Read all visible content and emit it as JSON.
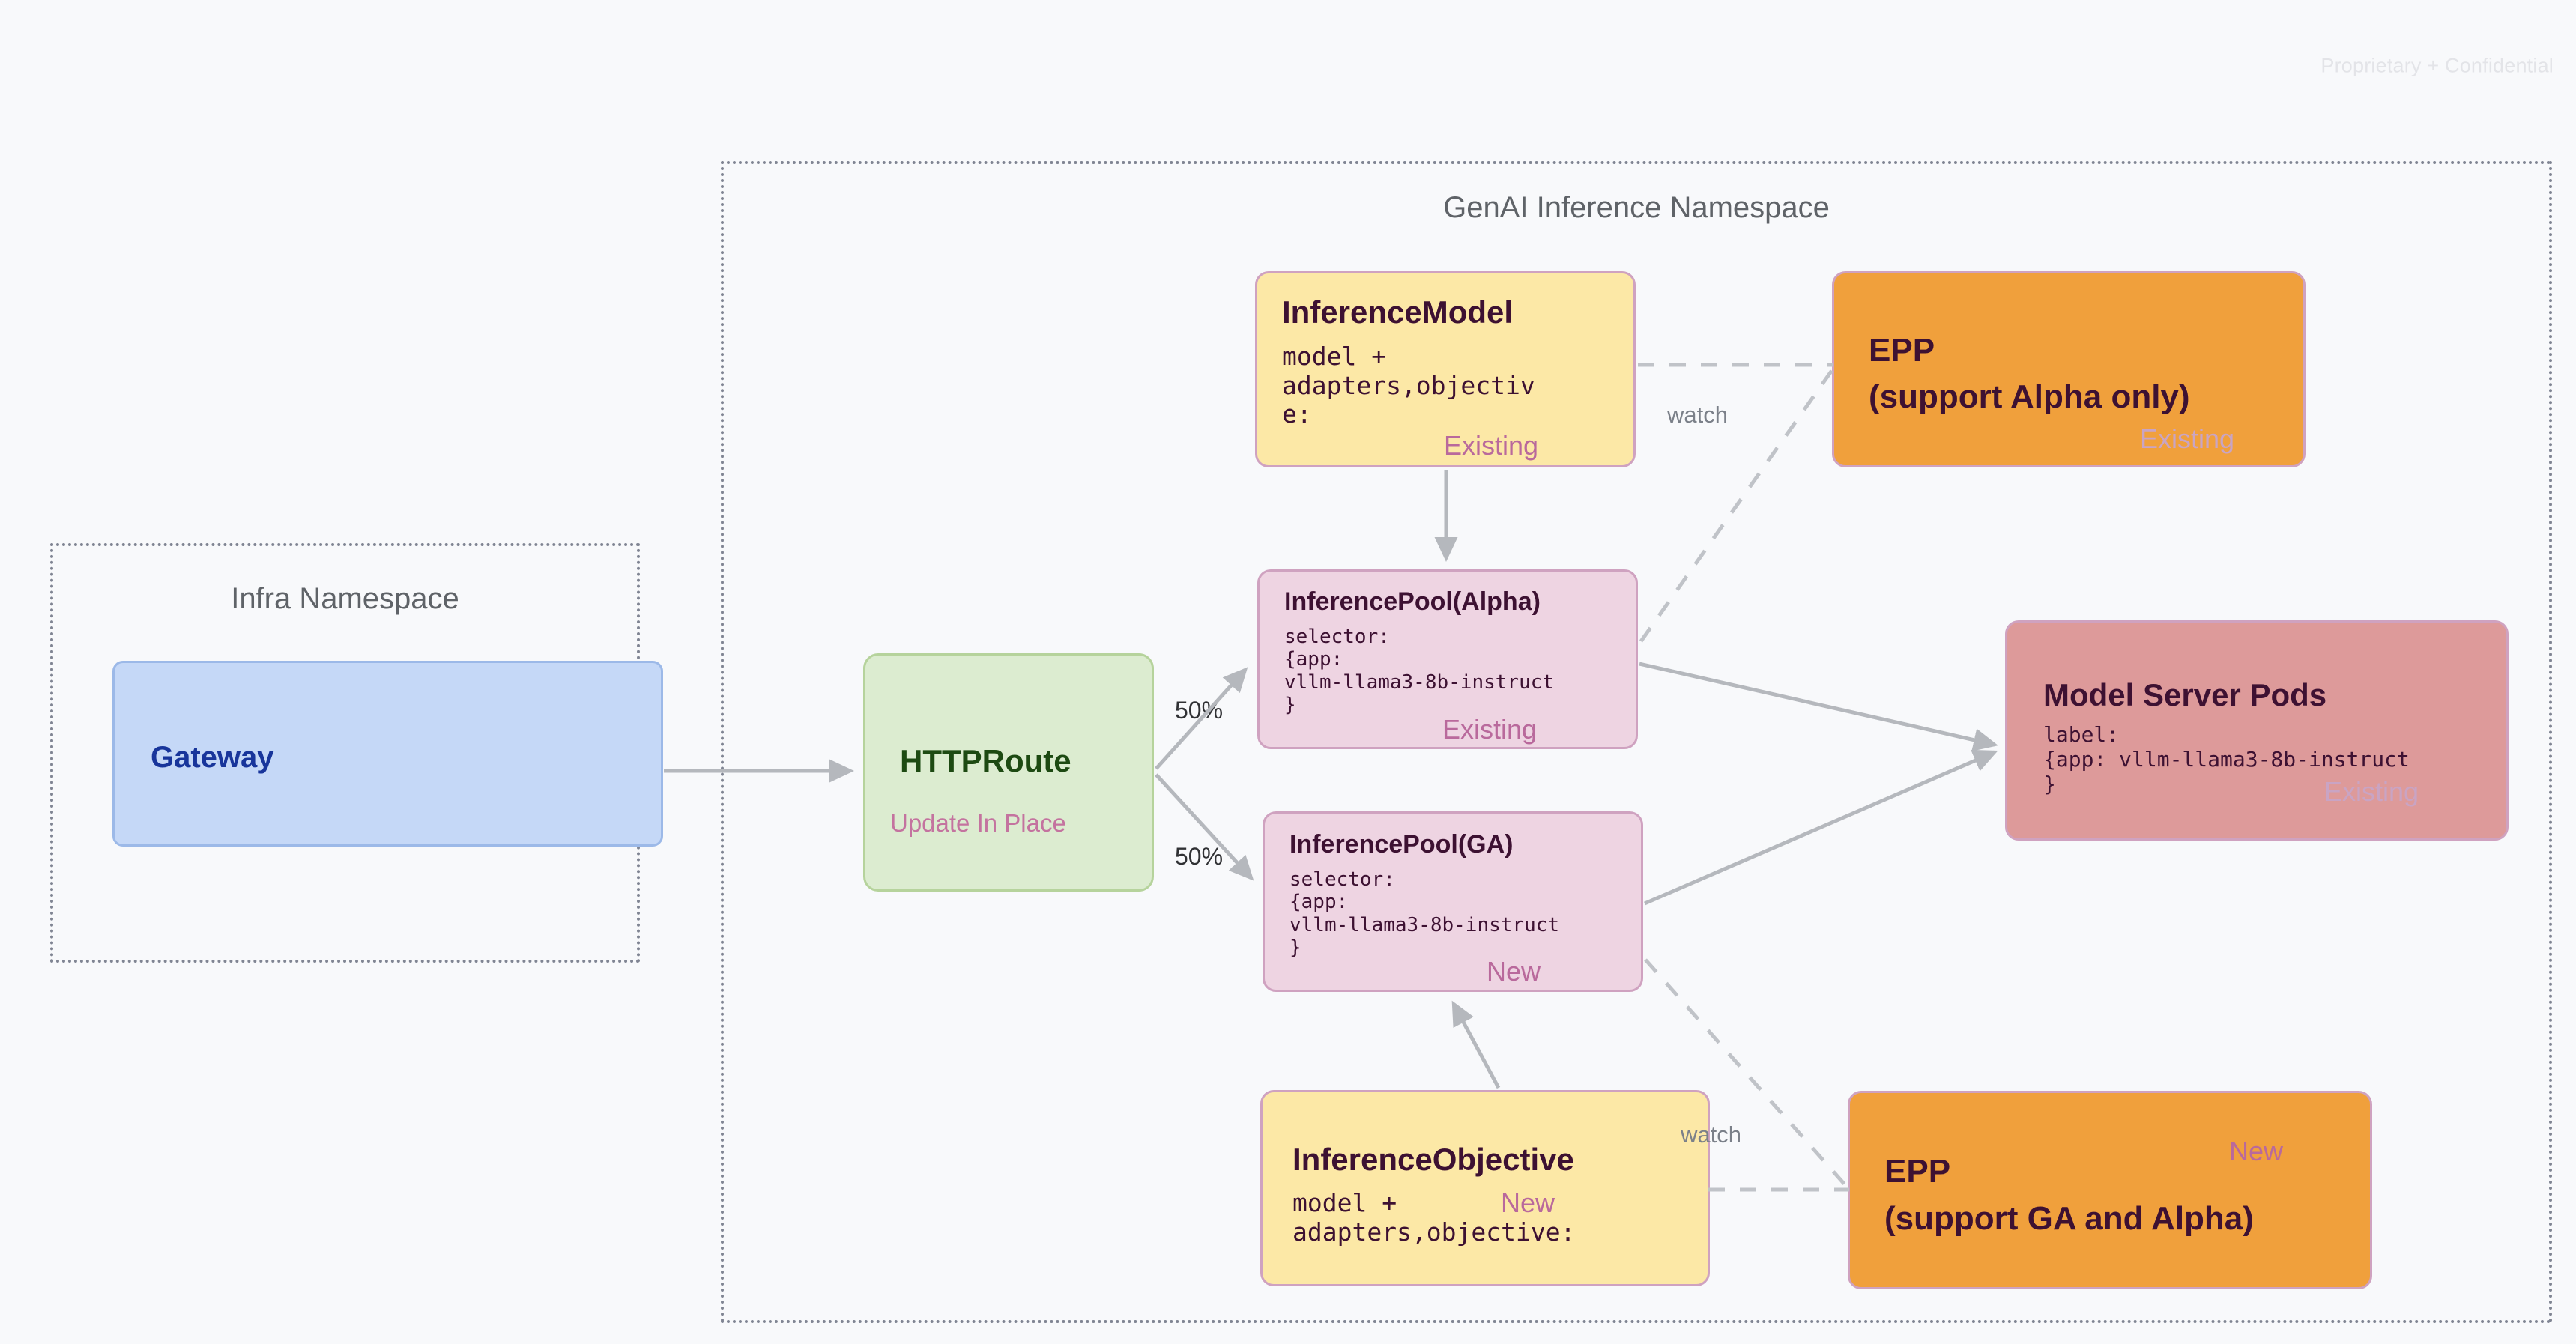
{
  "slide": {
    "confidential_notice": "Proprietary + Confidential",
    "background_color": "#f8f9fb"
  },
  "namespaces": [
    {
      "id": "infra",
      "title": "Infra Namespace"
    },
    {
      "id": "genai",
      "title": "GenAI Inference Namespace"
    }
  ],
  "nodes": {
    "gateway": {
      "title": "Gateway",
      "color": "#c5d8f7"
    },
    "httproute": {
      "title": "HTTPRoute",
      "subtitle": "Update In Place",
      "color": "#dcecd0"
    },
    "inference_model": {
      "title": "InferenceModel",
      "body": "model +\nadapters,objectiv\ne:",
      "badge": "Existing",
      "color": "#fce8a6"
    },
    "inference_pool_alpha": {
      "title": "InferencePool(Alpha)",
      "body": "selector:\n{app:\nvllm-llama3-8b-instruct\n}",
      "badge": "Existing",
      "color": "#eed4e2"
    },
    "inference_pool_ga": {
      "title": "InferencePool(GA)",
      "body": "selector:\n{app:\nvllm-llama3-8b-instruct\n}",
      "badge": "New",
      "color": "#eed4e2"
    },
    "inference_objective": {
      "title": "InferenceObjective",
      "body": "model +\nadapters,objective:",
      "badge": "New",
      "color": "#fce8a6"
    },
    "epp_alpha": {
      "title_line1": "EPP",
      "title_line2": "(support Alpha only)",
      "badge": "Existing",
      "color": "#f0a03c"
    },
    "epp_ga": {
      "title_line1": "EPP",
      "title_line2": "(support GA and Alpha)",
      "badge": "New",
      "color": "#f0a03c"
    },
    "model_server_pods": {
      "title": "Model Server Pods",
      "body": "label:\n{app: vllm-llama3-8b-instruct\n}",
      "badge": "Existing",
      "color": "#dd9a9a"
    }
  },
  "edges": {
    "split_top_label": "50%",
    "split_bottom_label": "50%",
    "watch_top_label": "watch",
    "watch_bottom_label": "watch"
  }
}
